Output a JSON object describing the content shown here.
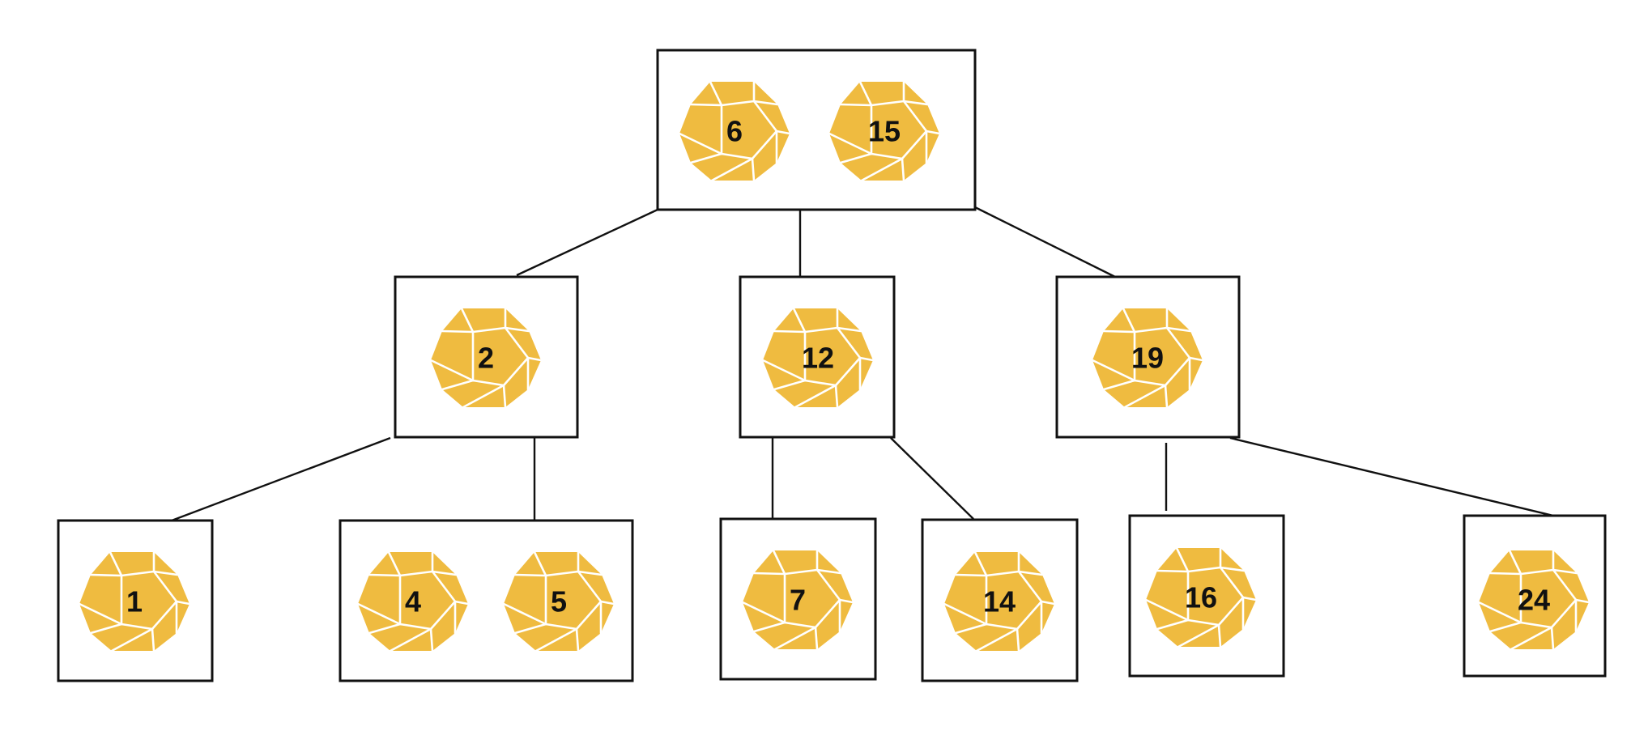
{
  "die_colors": {
    "fill": "#EFBB40",
    "facet_line": "#FFFFFF"
  },
  "die_icon": "dodecahedron-die-icon",
  "tree": {
    "root": {
      "keys": [
        "6",
        "15"
      ]
    },
    "level1": [
      {
        "keys": [
          "2"
        ]
      },
      {
        "keys": [
          "12"
        ]
      },
      {
        "keys": [
          "19"
        ]
      }
    ],
    "level2": [
      {
        "keys": [
          "1"
        ]
      },
      {
        "keys": [
          "4",
          "5"
        ]
      },
      {
        "keys": [
          "7"
        ]
      },
      {
        "keys": [
          "14"
        ]
      },
      {
        "keys": [
          "16"
        ]
      },
      {
        "keys": [
          "24"
        ]
      }
    ]
  }
}
